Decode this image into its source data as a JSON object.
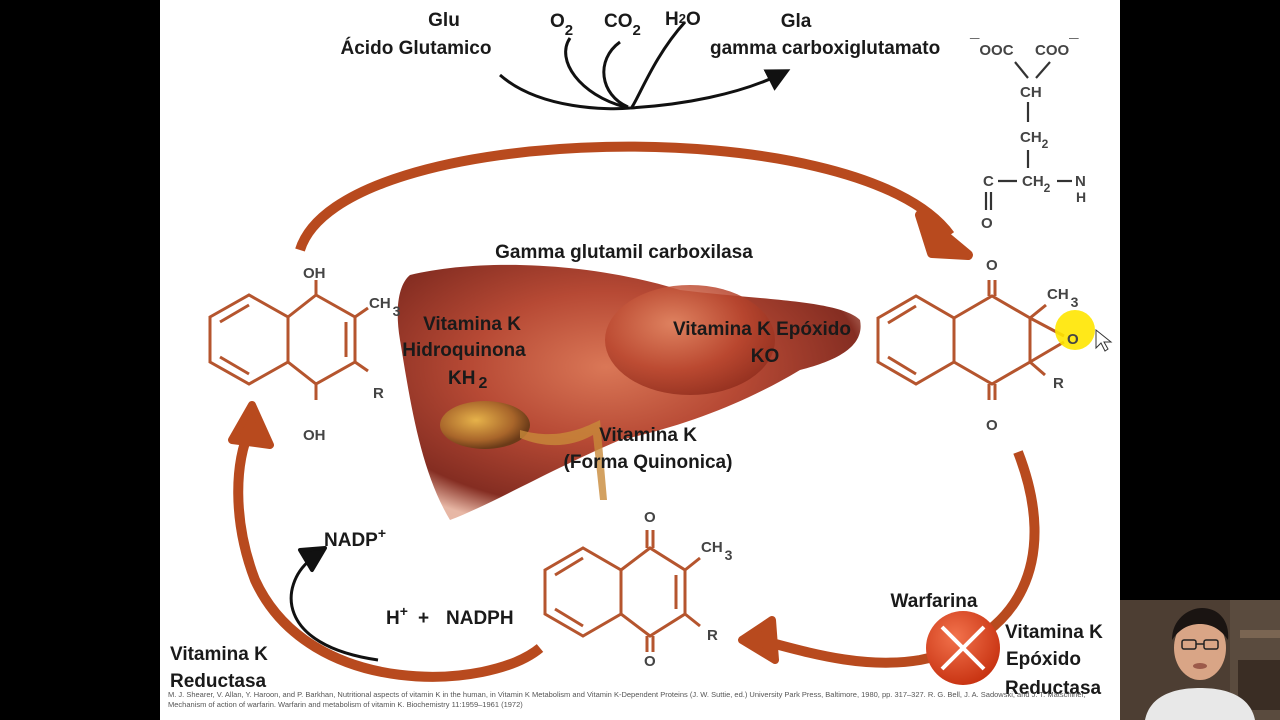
{
  "reaction": {
    "glu_abbr": "Glu",
    "glu_name": "Ácido Glutamico",
    "gla_abbr": "Gla",
    "gla_name": "gamma carboxiglutamato",
    "o2": "O",
    "o2_sub": "2",
    "co2": "CO",
    "co2_sub": "2",
    "h2o_h": "H",
    "h2o_sub": "2",
    "h2o_o": "O"
  },
  "gla_structure": {
    "ooc_minus": "¯",
    "ooc": "OOC",
    "coo": "COO",
    "coo_minus": "¯",
    "ch": "CH",
    "ch2_top": "CH",
    "ch2_top_sub": "2",
    "c": "C",
    "ch2_mid": "CH",
    "ch2_mid_sub": "2",
    "n": "N",
    "h": "H",
    "o": "O"
  },
  "enzyme": {
    "carboxilase": "Gamma glutamil carboxilasa"
  },
  "hydroquinone": {
    "oh_top": "OH",
    "oh_bottom": "OH",
    "ch": "CH",
    "ch_sub": "3",
    "r": "R",
    "name1": "Vitamina K",
    "name2": "Hidroquinona",
    "name3": "KH",
    "name3_sub": "2"
  },
  "epoxide": {
    "name1": "Vitamina K  Epóxido",
    "name2": "KO",
    "o_top": "O",
    "o_bottom": "O",
    "o_ring": "O",
    "ch": "CH",
    "ch_sub": "3",
    "r": "R"
  },
  "quinone": {
    "name1": "Vitamina K",
    "name2": "(Forma Quinonica)",
    "o_top": "O",
    "o_bottom": "O",
    "ch": "CH",
    "ch_sub": "3",
    "r": "R"
  },
  "reductase_left": {
    "line1": "Vitamina K",
    "line2": "Reductasa",
    "nadp": "NADP",
    "nadp_sup": "+",
    "h": "H",
    "h_sup": "+",
    "plus": "+",
    "nadph": "NADPH"
  },
  "reductase_right": {
    "warfarina": "Warfarina",
    "line1": "Vitamina K",
    "line2": "Epóxido",
    "line3": "Reductasa"
  },
  "citation": "M. J. Shearer, V. Allan, Y. Haroon, and P. Barkhan, Nutritional aspects of vitamin K in the human, in Vitamin K Metabolism and Vitamin K-Dependent Proteins (J. W. Suttie, ed.) University Park Press, Baltimore, 1980, pp. 317–327.  R. G. Bell, J. A. Sadowski, and J. T. Matschiner, Mechanism of action of warfarin. Warfarin and metabolism of vitamin K. Biochemistry 11:1959–1961 (1972)",
  "colors": {
    "cycle_arrow": "#b84a1e",
    "structure": "#b5552e",
    "inhibitor": "#d63a1c",
    "cursor_highlight": "#ffe600"
  }
}
